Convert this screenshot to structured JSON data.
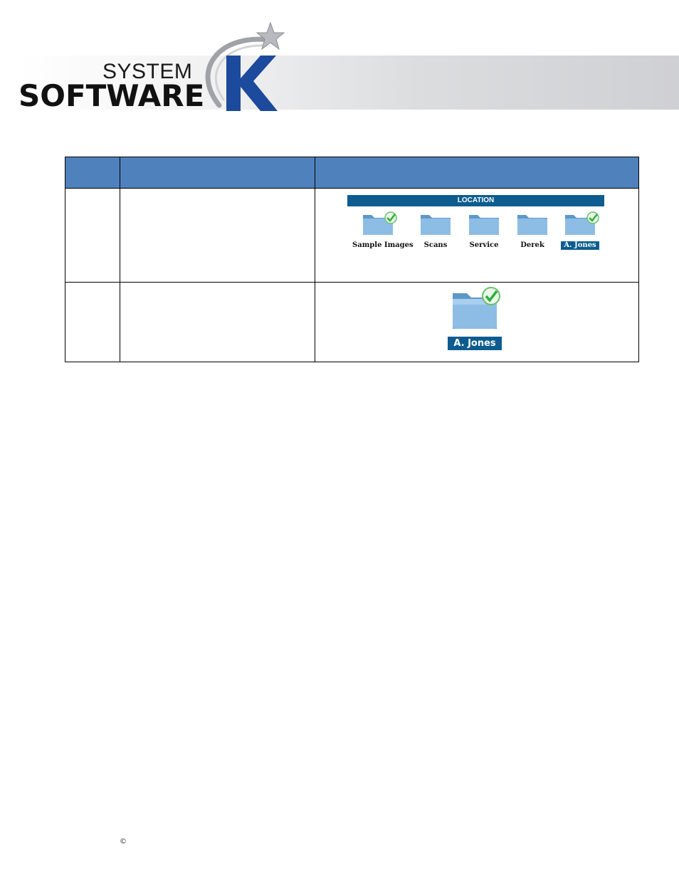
{
  "header": {
    "logo_system": "SYSTEM",
    "logo_software": "SOFTWARE",
    "logo_k": "K",
    "brand_color": "#1c4a9c"
  },
  "location_panel": {
    "title": "LOCATION",
    "folders": [
      {
        "label": "Sample Images",
        "checked": true,
        "selected": false
      },
      {
        "label": "Scans",
        "checked": false,
        "selected": false
      },
      {
        "label": "Service",
        "checked": false,
        "selected": false
      },
      {
        "label": "Derek",
        "checked": false,
        "selected": false
      },
      {
        "label": "A. Jones",
        "checked": true,
        "selected": true
      }
    ]
  },
  "detail_folder": {
    "label": "A. Jones",
    "checked": true
  },
  "footer": {
    "copyright_symbol": "©"
  },
  "colors": {
    "table_header": "#4f81bd",
    "selection": "#0c5c8f",
    "folder": "#7fb2dc",
    "check": "#2fae3a"
  }
}
